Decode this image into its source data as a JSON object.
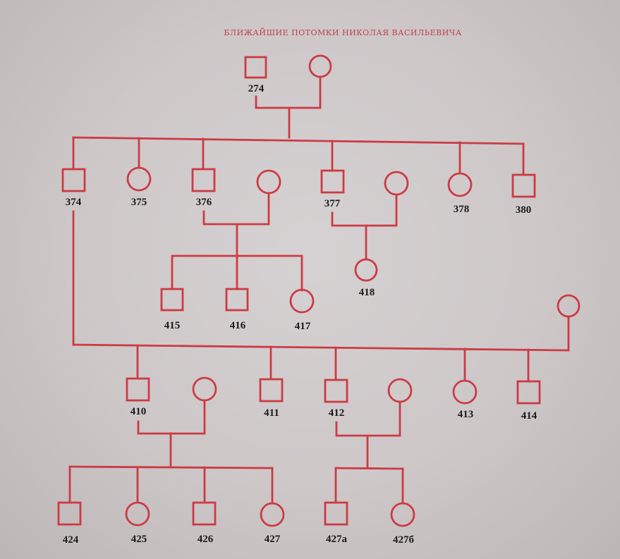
{
  "title": "БЛИЖАЙШИЕ ПОТОМКИ НИКОЛАЯ ВАСИЛЬЕВИЧА",
  "labels": {
    "p274": "274",
    "p374": "374",
    "p375": "375",
    "p376": "376",
    "p377": "377",
    "p378": "378",
    "p380": "380",
    "p415": "415",
    "p416": "416",
    "p417": "417",
    "p418": "418",
    "p410": "410",
    "p411": "411",
    "p412": "412",
    "p413": "413",
    "p414": "414",
    "p424": "424",
    "p425": "425",
    "p426": "426",
    "p427": "427",
    "p427a": "427а",
    "p427b": "427б"
  },
  "colors": {
    "line": "#cc3b44",
    "label": "#1a1a1a"
  }
}
